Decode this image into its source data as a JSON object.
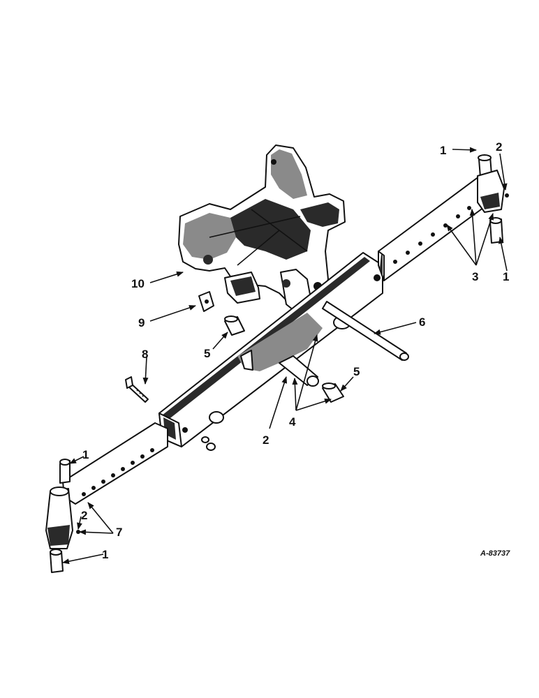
{
  "callouts": {
    "c1a": "1",
    "c2a": "2",
    "c3": "3",
    "c1b": "1",
    "c10": "10",
    "c9": "9",
    "c6": "6",
    "c5a": "5",
    "c8": "8",
    "c5b": "5",
    "c4": "4",
    "c2b": "2",
    "c1c": "1",
    "c2c": "2",
    "c7": "7",
    "c1d": "1"
  },
  "reference_code": "A-83737",
  "colors": {
    "ink": "#111111",
    "paper": "#ffffff"
  }
}
